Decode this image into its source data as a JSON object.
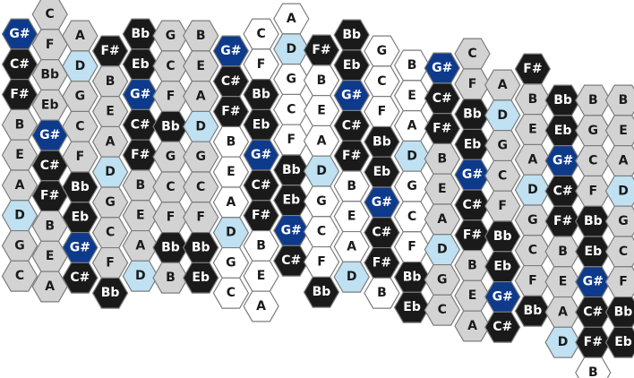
{
  "colors": {
    "gray": "#d3d3d3",
    "black": "#1a1a1a",
    "blue": "#0e3a8c",
    "light_blue": "#bfe1f2",
    "white": "#ffffff",
    "border": "#7d7d7d"
  },
  "columns": [
    [
      [
        "G#",
        "blue"
      ],
      [
        "C#",
        "black"
      ],
      [
        "F#",
        "black"
      ],
      [
        "B",
        "gray"
      ],
      [
        "E",
        "gray"
      ],
      [
        "A",
        "gray"
      ],
      [
        "D",
        "light_blue"
      ],
      [
        "G",
        "gray"
      ],
      [
        "C",
        "gray"
      ]
    ],
    [
      [
        "C",
        "gray"
      ],
      [
        "F",
        "gray"
      ],
      [
        "Bb",
        "gray"
      ],
      [
        "Eb",
        "gray"
      ],
      [
        "G#",
        "blue"
      ],
      [
        "C#",
        "black"
      ],
      [
        "F#",
        "black"
      ],
      [
        "B",
        "gray"
      ],
      [
        "E",
        "gray"
      ],
      [
        "A",
        "gray"
      ]
    ],
    [
      [
        "A",
        "gray"
      ],
      [
        "D",
        "light_blue"
      ],
      [
        "G",
        "gray"
      ],
      [
        "C",
        "gray"
      ],
      [
        "F",
        "gray"
      ],
      [
        "Bb",
        "black"
      ],
      [
        "Eb",
        "black"
      ],
      [
        "G#",
        "blue"
      ],
      [
        "C#",
        "black"
      ]
    ],
    [
      [
        "F#",
        "black"
      ],
      [
        "B",
        "gray"
      ],
      [
        "E",
        "gray"
      ],
      [
        "A",
        "gray"
      ],
      [
        "D",
        "light_blue"
      ],
      [
        "G",
        "gray"
      ],
      [
        "C",
        "gray"
      ],
      [
        "F",
        "gray"
      ],
      [
        "Bb",
        "black"
      ]
    ],
    [
      [
        "Bb",
        "black"
      ],
      [
        "Eb",
        "black"
      ],
      [
        "G#",
        "blue"
      ],
      [
        "C#",
        "black"
      ],
      [
        "F#",
        "black"
      ],
      [
        "B",
        "gray"
      ],
      [
        "E",
        "gray"
      ],
      [
        "A",
        "gray"
      ],
      [
        "D",
        "light_blue"
      ]
    ],
    [
      [
        "G",
        "gray"
      ],
      [
        "C",
        "gray"
      ],
      [
        "F",
        "gray"
      ],
      [
        "Bb",
        "black"
      ],
      [
        "G",
        "gray"
      ],
      [
        "C",
        "gray"
      ],
      [
        "F",
        "gray"
      ],
      [
        "Bb",
        "black"
      ],
      [
        "B",
        "gray"
      ]
    ],
    [
      [
        "B",
        "gray"
      ],
      [
        "E",
        "gray"
      ],
      [
        "A",
        "gray"
      ],
      [
        "D",
        "light_blue"
      ],
      [
        "G",
        "gray"
      ],
      [
        "C",
        "gray"
      ],
      [
        "F",
        "gray"
      ],
      [
        "Bb",
        "black"
      ],
      [
        "Eb",
        "black"
      ]
    ],
    [
      [
        "G#",
        "blue"
      ],
      [
        "C#",
        "black"
      ],
      [
        "F#",
        "black"
      ],
      [
        "B",
        "white"
      ],
      [
        "E",
        "white"
      ],
      [
        "A",
        "white"
      ],
      [
        "D",
        "light_blue"
      ],
      [
        "G",
        "white"
      ],
      [
        "C",
        "white"
      ]
    ],
    [
      [
        "C",
        "white"
      ],
      [
        "F",
        "white"
      ],
      [
        "Bb",
        "black"
      ],
      [
        "Eb",
        "black"
      ],
      [
        "G#",
        "blue"
      ],
      [
        "C#",
        "black"
      ],
      [
        "F#",
        "black"
      ],
      [
        "B",
        "white"
      ],
      [
        "E",
        "white"
      ],
      [
        "A",
        "white"
      ]
    ],
    [
      [
        "A",
        "white"
      ],
      [
        "D",
        "light_blue"
      ],
      [
        "G",
        "white"
      ],
      [
        "C",
        "white"
      ],
      [
        "F",
        "white"
      ],
      [
        "Bb",
        "black"
      ],
      [
        "Eb",
        "black"
      ],
      [
        "G#",
        "blue"
      ],
      [
        "C#",
        "black"
      ]
    ],
    [
      [
        "F#",
        "black"
      ],
      [
        "B",
        "white"
      ],
      [
        "E",
        "white"
      ],
      [
        "A",
        "white"
      ],
      [
        "D",
        "light_blue"
      ],
      [
        "G",
        "white"
      ],
      [
        "C",
        "white"
      ],
      [
        "F",
        "white"
      ],
      [
        "Bb",
        "black"
      ]
    ],
    [
      [
        "Bb",
        "black"
      ],
      [
        "Eb",
        "black"
      ],
      [
        "G#",
        "blue"
      ],
      [
        "C#",
        "black"
      ],
      [
        "F#",
        "black"
      ],
      [
        "B",
        "white"
      ],
      [
        "E",
        "white"
      ],
      [
        "A",
        "white"
      ],
      [
        "D",
        "light_blue"
      ]
    ],
    [
      [
        "G",
        "white"
      ],
      [
        "C",
        "white"
      ],
      [
        "F",
        "white"
      ],
      [
        "Bb",
        "black"
      ],
      [
        "Eb",
        "black"
      ],
      [
        "G#",
        "blue"
      ],
      [
        "C#",
        "black"
      ],
      [
        "F#",
        "black"
      ],
      [
        "B",
        "white"
      ]
    ],
    [
      [
        "B",
        "white"
      ],
      [
        "E",
        "white"
      ],
      [
        "A",
        "white"
      ],
      [
        "D",
        "light_blue"
      ],
      [
        "G",
        "white"
      ],
      [
        "C",
        "white"
      ],
      [
        "F",
        "white"
      ],
      [
        "Bb",
        "black"
      ],
      [
        "Eb",
        "black"
      ]
    ],
    [
      [
        "G#",
        "blue"
      ],
      [
        "C#",
        "black"
      ],
      [
        "F#",
        "black"
      ],
      [
        "B",
        "gray"
      ],
      [
        "E",
        "gray"
      ],
      [
        "A",
        "gray"
      ],
      [
        "D",
        "light_blue"
      ],
      [
        "G",
        "gray"
      ],
      [
        "C",
        "gray"
      ]
    ],
    [
      [
        "C",
        "gray"
      ],
      [
        "F",
        "gray"
      ],
      [
        "Bb",
        "black"
      ],
      [
        "Eb",
        "black"
      ],
      [
        "G#",
        "blue"
      ],
      [
        "C#",
        "black"
      ],
      [
        "F#",
        "black"
      ],
      [
        "B",
        "gray"
      ],
      [
        "E",
        "gray"
      ],
      [
        "A",
        "gray"
      ]
    ],
    [
      [
        "A",
        "gray"
      ],
      [
        "D",
        "light_blue"
      ],
      [
        "G",
        "gray"
      ],
      [
        "C",
        "gray"
      ],
      [
        "F",
        "gray"
      ],
      [
        "Bb",
        "black"
      ],
      [
        "Eb",
        "black"
      ],
      [
        "G#",
        "blue"
      ],
      [
        "C#",
        "black"
      ]
    ],
    [
      [
        "F#",
        "black"
      ],
      [
        "B",
        "gray"
      ],
      [
        "E",
        "gray"
      ],
      [
        "A",
        "gray"
      ],
      [
        "D",
        "light_blue"
      ],
      [
        "G",
        "gray"
      ],
      [
        "C",
        "gray"
      ],
      [
        "F",
        "gray"
      ],
      [
        "Bb",
        "black"
      ]
    ],
    [
      [
        "Bb",
        "black"
      ],
      [
        "Eb",
        "black"
      ],
      [
        "G#",
        "blue"
      ],
      [
        "C#",
        "black"
      ],
      [
        "F#",
        "black"
      ],
      [
        "B",
        "gray"
      ],
      [
        "E",
        "gray"
      ],
      [
        "A",
        "gray"
      ],
      [
        "D",
        "light_blue"
      ]
    ],
    [
      [
        "B",
        "gray"
      ],
      [
        "G",
        "gray"
      ],
      [
        "C",
        "gray"
      ],
      [
        "F",
        "gray"
      ],
      [
        "Bb",
        "black"
      ],
      [
        "Eb",
        "black"
      ],
      [
        "G#",
        "blue"
      ],
      [
        "C#",
        "black"
      ],
      [
        "F#",
        "black"
      ],
      [
        "B",
        "white"
      ]
    ],
    [
      [
        "B",
        "gray"
      ],
      [
        "E",
        "gray"
      ],
      [
        "A",
        "gray"
      ],
      [
        "D",
        "light_blue"
      ],
      [
        "G",
        "gray"
      ],
      [
        "C",
        "gray"
      ],
      [
        "F",
        "gray"
      ],
      [
        "Bb",
        "black"
      ],
      [
        "Eb",
        "black"
      ]
    ]
  ]
}
